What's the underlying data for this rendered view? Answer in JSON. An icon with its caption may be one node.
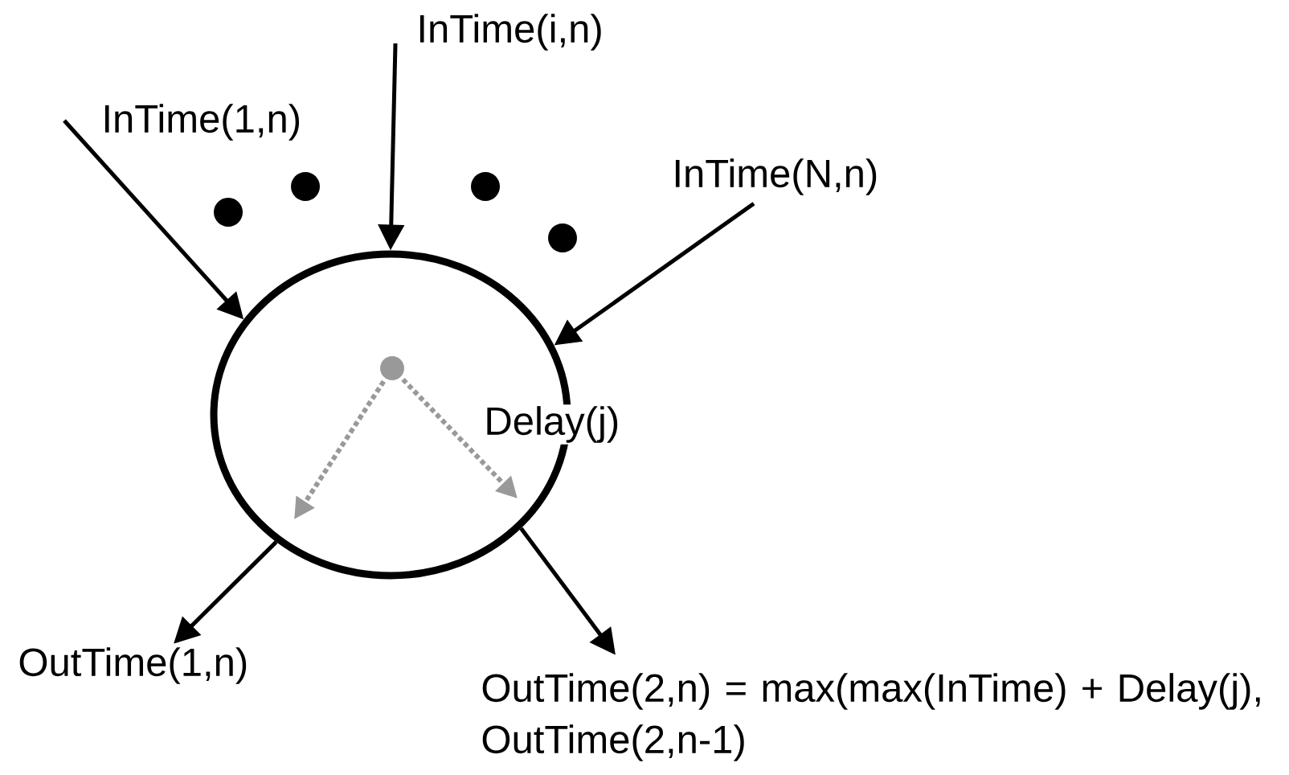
{
  "diagram": {
    "nodes": [
      {
        "text": [
          "InTime(i,n)"
        ]
      },
      {
        "text": [
          "InTime(1,n)"
        ]
      },
      {
        "text": [
          "InTime(N,n)"
        ]
      },
      {
        "text": [],
        "shape": "circle"
      },
      {
        "text": [],
        "shape": "circle",
        "in": 3
      },
      {
        "text": [
          "OutTime(1,n)"
        ]
      },
      {
        "text": [
          "OutTime(2,n) = max(max(InTime) + Delay(j), OutTime(2,n-1)"
        ]
      }
    ],
    "edges": [
      {
        "from": 0,
        "to": 3,
        "arrow": "to"
      },
      {
        "from": 1,
        "to": 3,
        "arrow": "to"
      },
      {
        "from": 2,
        "to": 3,
        "arrow": "to"
      },
      {
        "from": 3,
        "to": 5,
        "arrow": "to"
      },
      {
        "from": 3,
        "to": 6,
        "arrow": "to"
      },
      {
        "from": 4,
        "to": null,
        "arrow": "to",
        "style": "dashed",
        "color": "#999999"
      },
      {
        "from": 4,
        "to": null,
        "arrow": "to",
        "style": "dashed",
        "color": "#999999",
        "label": "Delay(j)"
      }
    ]
  }
}
